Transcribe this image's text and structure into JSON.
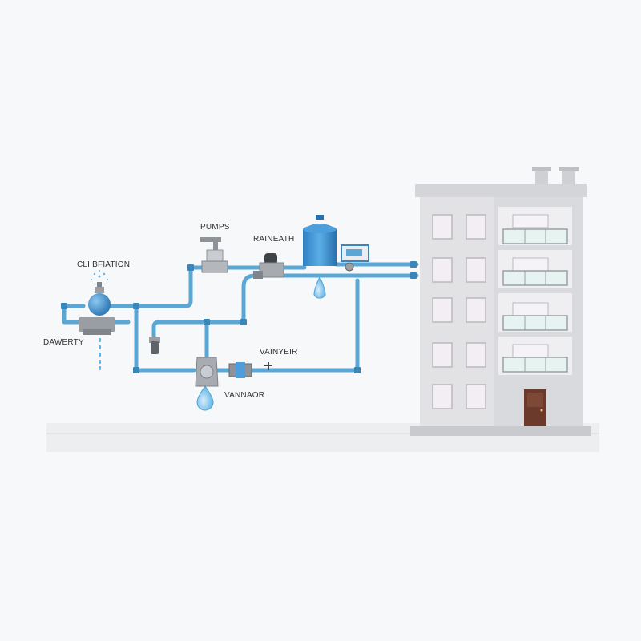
{
  "labels": {
    "calibration": "CLIIBFIATION",
    "pumps": "PUMPS",
    "raineath": "RAINEATH",
    "dawerty": "DAWERTY",
    "vainyeir": "VAINYEIR",
    "vannaor": "VANNAOR"
  },
  "colors": {
    "pipe": "#5aa7d6",
    "pipe_dark": "#3b86b8",
    "tank": "#3b8fd4",
    "building_wall": "#e2e2e4",
    "building_shadow": "#cfd0d3",
    "window_glass": "#f2eef4",
    "door": "#6b3a2a",
    "ground": "#eceeef",
    "metal": "#9a9ea3"
  },
  "icons": {
    "pump": "pump-icon",
    "tank": "water-tank-icon",
    "drop": "water-drop-icon",
    "valve": "valve-icon",
    "building": "apartment-building-icon"
  }
}
